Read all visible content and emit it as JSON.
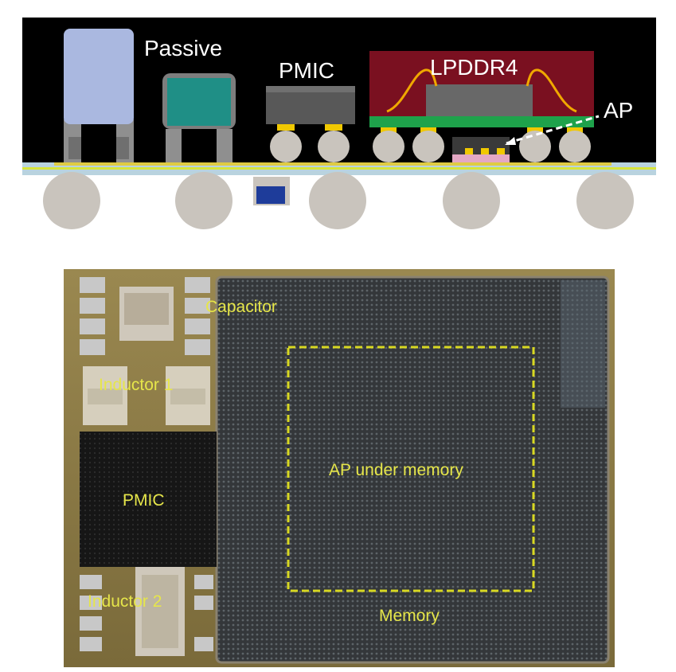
{
  "cross_section": {
    "labels": {
      "passive": "Passive",
      "pmic": "PMIC",
      "lpddr4": "LPDDR4",
      "ap": "AP"
    },
    "colors": {
      "background": "#000000",
      "capacitor_tall": "#aab8e0",
      "capacitor_green": "#1f8f86",
      "pmic_die": "#585858",
      "lpddr4_mold": "#7a1020",
      "interposer": "#1ea24b",
      "bump": "#f0c800",
      "solder_ball": "#c9c4bd",
      "substrate": "#b9d3df",
      "bottom_component": "#1e3c9a",
      "wire_bond": "#f0a800"
    }
  },
  "photo": {
    "labels": {
      "capacitor": "Capacitor",
      "inductor_1": "Inductor 1",
      "pmic": "PMIC",
      "ap_under_memory": "AP under memory",
      "inductor_2": "Inductor 2",
      "memory": "Memory"
    },
    "colors": {
      "label": "#e6e64a",
      "dashed_box": "#d8d822",
      "board": "#8c7a44",
      "memory_package": "#3a3d40",
      "pmic_package": "#1e1e1e"
    }
  }
}
